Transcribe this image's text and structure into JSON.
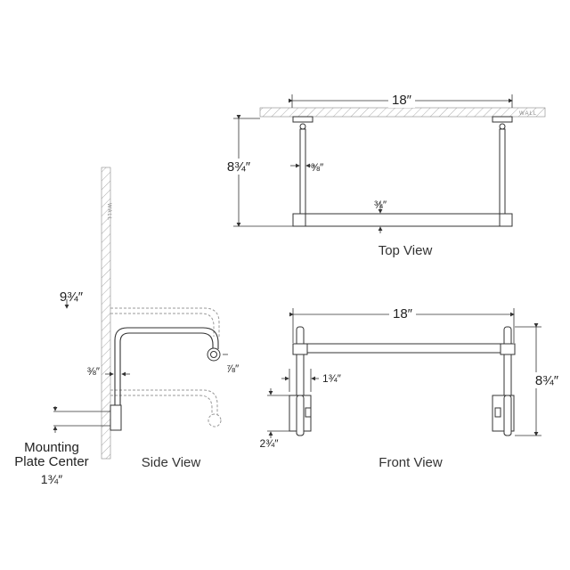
{
  "wall_label": "WALL",
  "top_view": {
    "title": "Top View",
    "width": "18″",
    "depth": "8¾″",
    "rod_offset": "⅜″",
    "bar_diameter": "¾″"
  },
  "front_view": {
    "title": "Front View",
    "width": "18″",
    "height": "8¾″",
    "plate_width": "1¾″",
    "plate_offset": "2¾″"
  },
  "side_view": {
    "title": "Side View",
    "projection": "9¾″",
    "rod_offset": "⅜″",
    "tip_diameter": "⅞″",
    "plate_center_line1": "Mounting",
    "plate_center_line2": "Plate Center",
    "plate_center_value": "1¾″"
  },
  "colors": {
    "line": "#333333",
    "ghost": "#999999",
    "hatch": "#888888"
  }
}
